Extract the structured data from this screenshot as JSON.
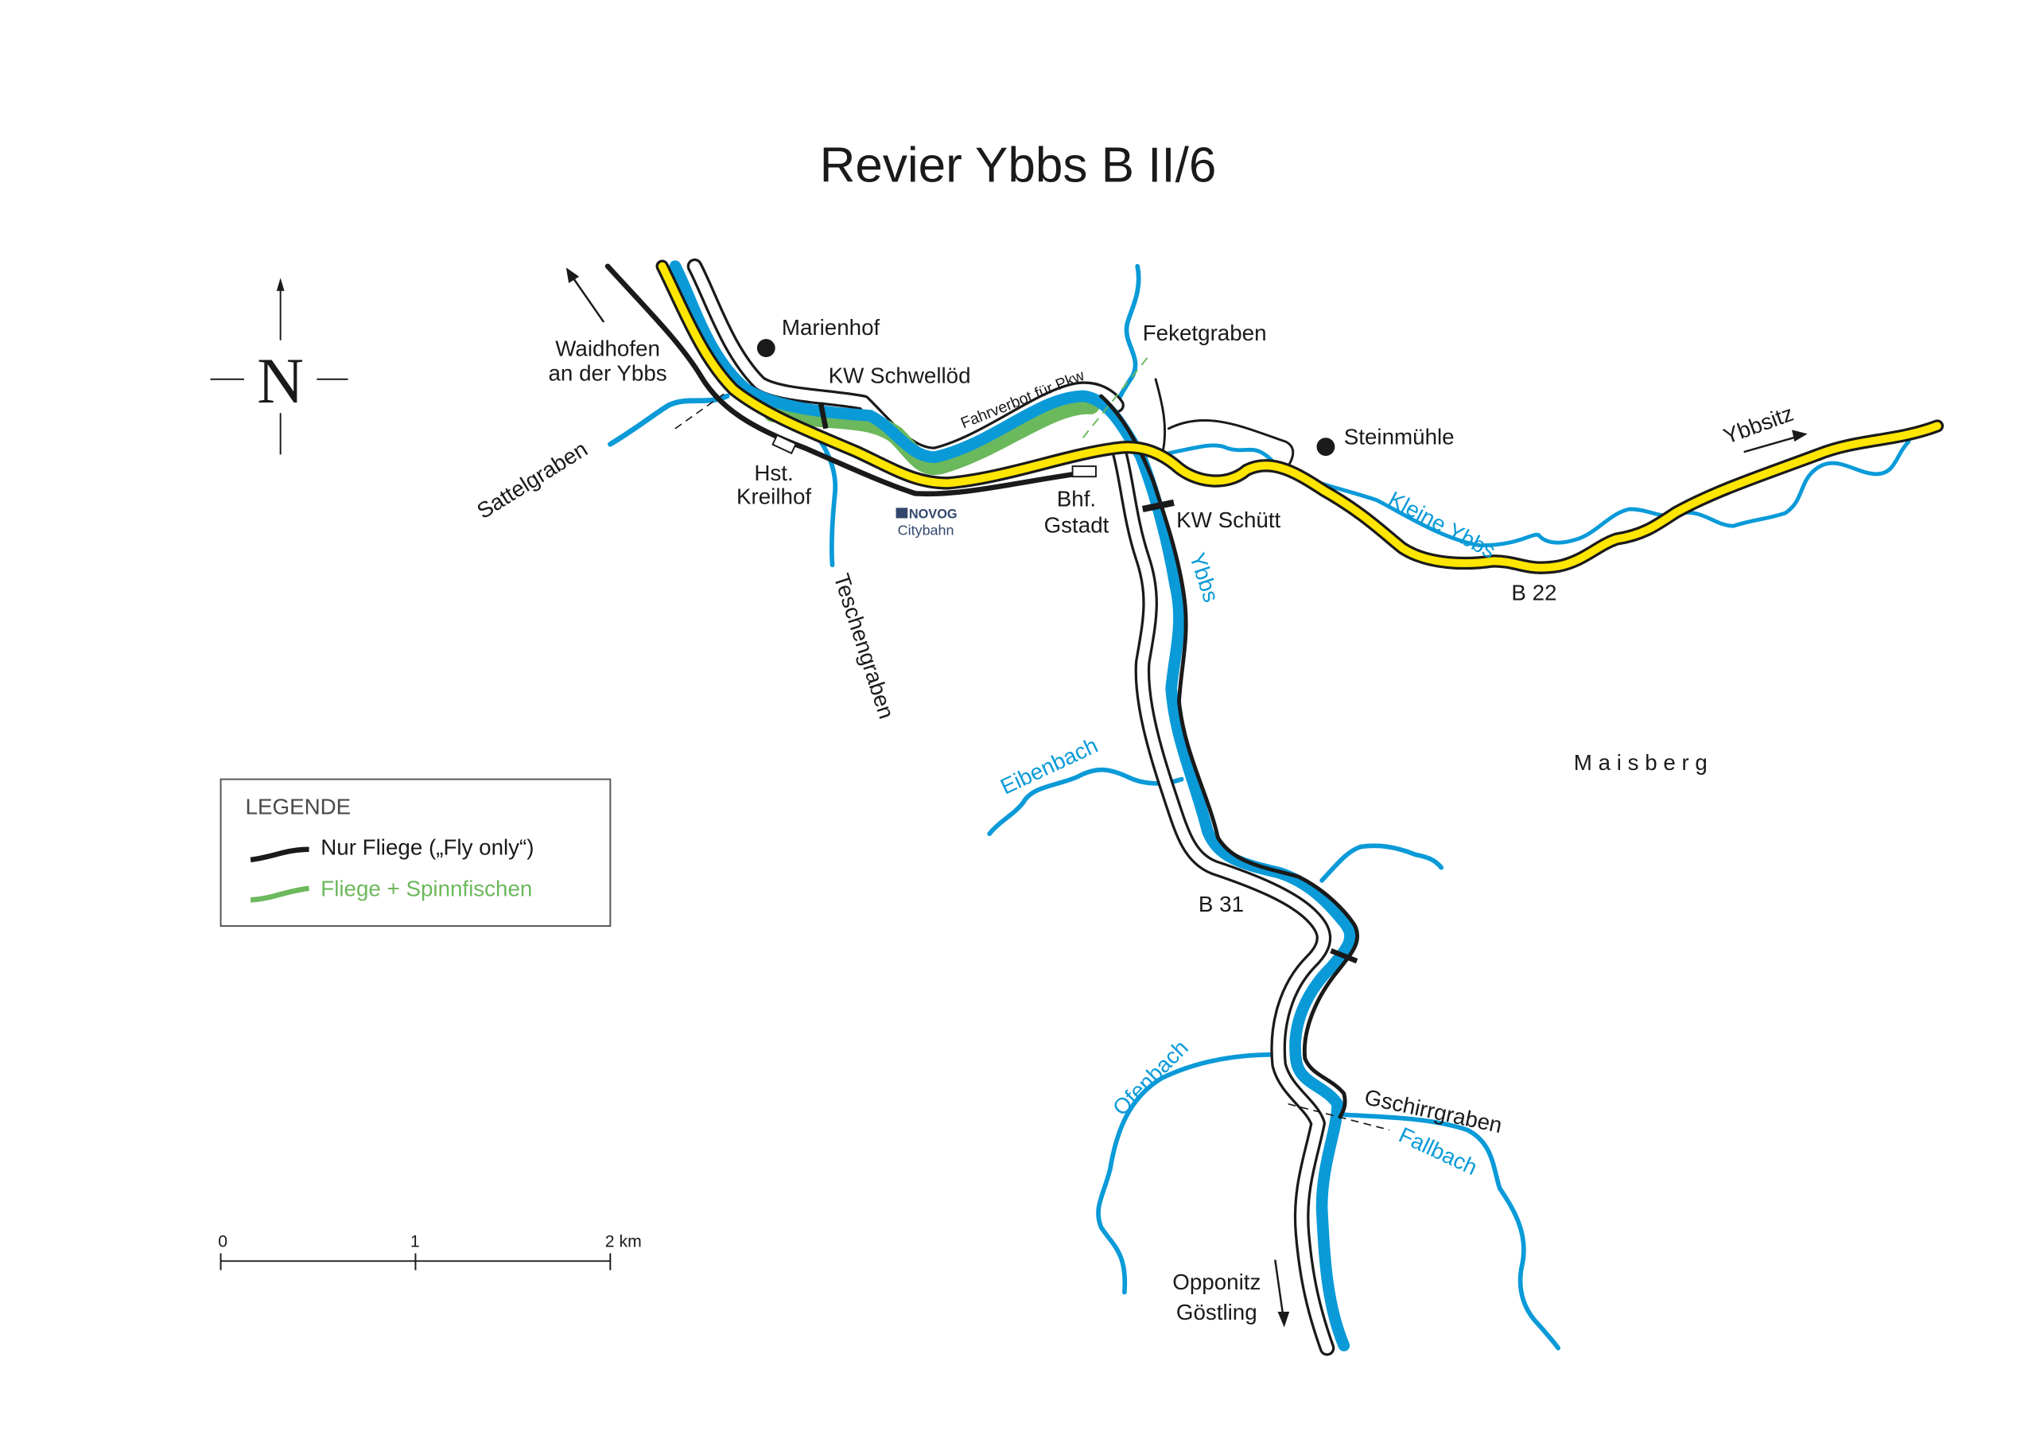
{
  "title": "Revier Ybbs B II/6",
  "compass": {
    "letter": "N"
  },
  "places": {
    "waidhofen_1": "Waidhofen",
    "waidhofen_2": "an der Ybbs",
    "marienhof": "Marienhof",
    "kw_schwelloed": "KW Schwellöd",
    "fahrverbot": "Fahrverbot für Pkw",
    "feketgraben": "Feketgraben",
    "steinmuehle": "Steinmühle",
    "ybbsitz": "Ybbsitz",
    "sattelgraben": "Sattelgraben",
    "hst_1": "Hst.",
    "hst_2": "Kreilhof",
    "novog": "NOVOG",
    "citybahn": "Citybahn",
    "bhf_1": "Bhf.",
    "bhf_2": "Gstadt",
    "kw_schuett": "KW Schütt",
    "kleine_ybbs": "Kleine Ybbs",
    "ybbs": "Ybbs",
    "b22": "B 22",
    "teschengraben": "Teschengraben",
    "maisberg": "M a i s b e r g",
    "eibenbach": "Eibenbach",
    "b31": "B 31",
    "ofenbach": "Ofenbach",
    "gschirrgraben": "Gschirrgraben",
    "fallbach": "Fallbach",
    "opponitz": "Opponitz",
    "goestling": "Göstling"
  },
  "legend": {
    "title": "LEGENDE",
    "items": [
      {
        "label": "Nur Fliege („Fly only“)",
        "color": "#1a1a1a"
      },
      {
        "label": "Fliege + Spinnfischen",
        "color": "#6cb85c"
      }
    ]
  },
  "scale": {
    "ticks": [
      "0",
      "1",
      "2 km"
    ]
  },
  "colors": {
    "river": "#0a9ad8",
    "road": "#ffe600",
    "fly_only": "#1a1a1a",
    "fly_spin": "#6cb85c"
  }
}
